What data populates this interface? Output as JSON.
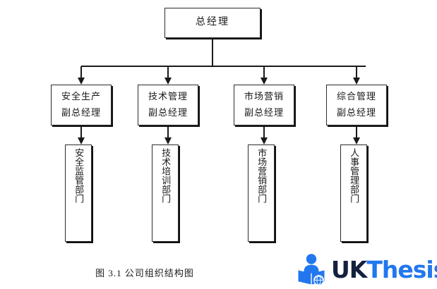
{
  "figure": {
    "caption": "图 3.1  公司组织结构图",
    "title": "公司组织结构图",
    "number": "图 3.1"
  },
  "chart_data": {
    "type": "diagram",
    "diagram_type": "organizational-chart",
    "title": "公司组织结构图",
    "orientation": "top-down",
    "levels": 3,
    "nodes": [
      {
        "id": "root",
        "label": "总经理",
        "level": 1,
        "text_orientation": "horizontal"
      },
      {
        "id": "vp1",
        "label": "安全生产副总经理",
        "lines": [
          "安全生产",
          "副总经理"
        ],
        "level": 2,
        "text_orientation": "horizontal"
      },
      {
        "id": "vp2",
        "label": "技术管理副总经理",
        "lines": [
          "技术管理",
          "副总经理"
        ],
        "level": 2,
        "text_orientation": "horizontal"
      },
      {
        "id": "vp3",
        "label": "市场营销副总经理",
        "lines": [
          "市场营销",
          "副总经理"
        ],
        "level": 2,
        "text_orientation": "horizontal"
      },
      {
        "id": "vp4",
        "label": "综合管理副总经理",
        "lines": [
          "综合管理",
          "副总经理"
        ],
        "level": 2,
        "text_orientation": "horizontal"
      },
      {
        "id": "dept1",
        "label": "安全监管部门",
        "level": 3,
        "text_orientation": "vertical"
      },
      {
        "id": "dept2",
        "label": "技术培训部门",
        "level": 3,
        "text_orientation": "vertical"
      },
      {
        "id": "dept3",
        "label": "市场营销部门",
        "level": 3,
        "text_orientation": "vertical"
      },
      {
        "id": "dept4",
        "label": "人事管理部门",
        "level": 3,
        "text_orientation": "vertical"
      }
    ],
    "edges": [
      {
        "from": "root",
        "to": "vp1",
        "arrow": true
      },
      {
        "from": "root",
        "to": "vp2",
        "arrow": true
      },
      {
        "from": "root",
        "to": "vp3",
        "arrow": true
      },
      {
        "from": "root",
        "to": "vp4",
        "arrow": true
      },
      {
        "from": "vp1",
        "to": "dept1",
        "arrow": true
      },
      {
        "from": "vp2",
        "to": "dept2",
        "arrow": true
      },
      {
        "from": "vp3",
        "to": "dept3",
        "arrow": true
      },
      {
        "from": "vp4",
        "to": "dept4",
        "arrow": true
      }
    ],
    "colors": {
      "background": "#ffffff",
      "box_fill": "#ffffff",
      "box_border": "#2b2b2b",
      "box_shadow": "#111111",
      "connector": "#1a1a1a",
      "text": "#1a1a1a"
    }
  },
  "watermark": {
    "brand_part_1": "UK",
    "brand_part_2": "Thesis",
    "icon": "reader-book-globe-icon",
    "color_part_1": "#13213f",
    "color_part_2": "#2277ee"
  }
}
